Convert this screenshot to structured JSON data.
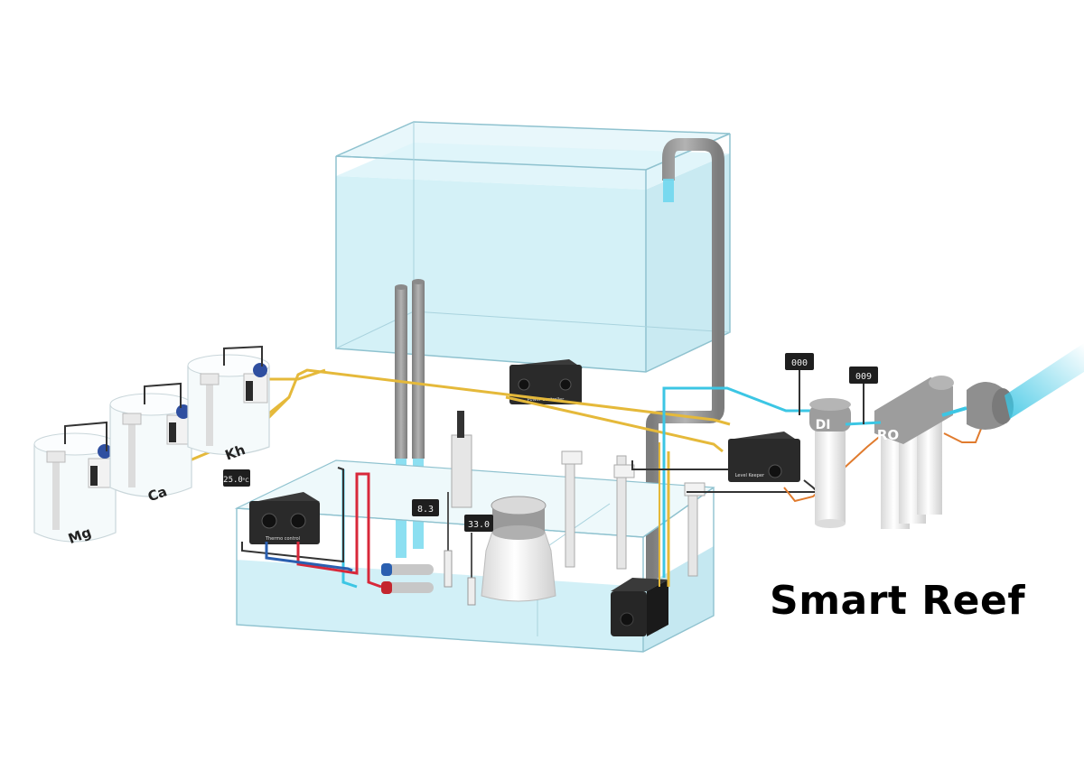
{
  "title": "Smart Reef",
  "reactors": [
    {
      "label": "Mg"
    },
    {
      "label": "Ca"
    },
    {
      "label": "Kh"
    }
  ],
  "filters": {
    "di": "DI",
    "ro": "RO"
  },
  "displays": {
    "temperature": "25.0",
    "temperature_unit": "°C",
    "ph": "8.3",
    "salinity": "33.0",
    "tds_di": "000",
    "tds_ro": "009"
  },
  "controllers": {
    "power": "Power controller",
    "thermo": "Thermo control",
    "level": "Level Keeper"
  },
  "colors": {
    "water": "#cfeff6",
    "glass_edge": "#7ab3c4",
    "yellow_cable": "#e5b93a",
    "blue_line": "#3cc6e4",
    "orange_line": "#e07b2e",
    "red_line": "#d8283a",
    "cable_dark": "#333333",
    "pipe_gray": "#9a9a9a"
  }
}
